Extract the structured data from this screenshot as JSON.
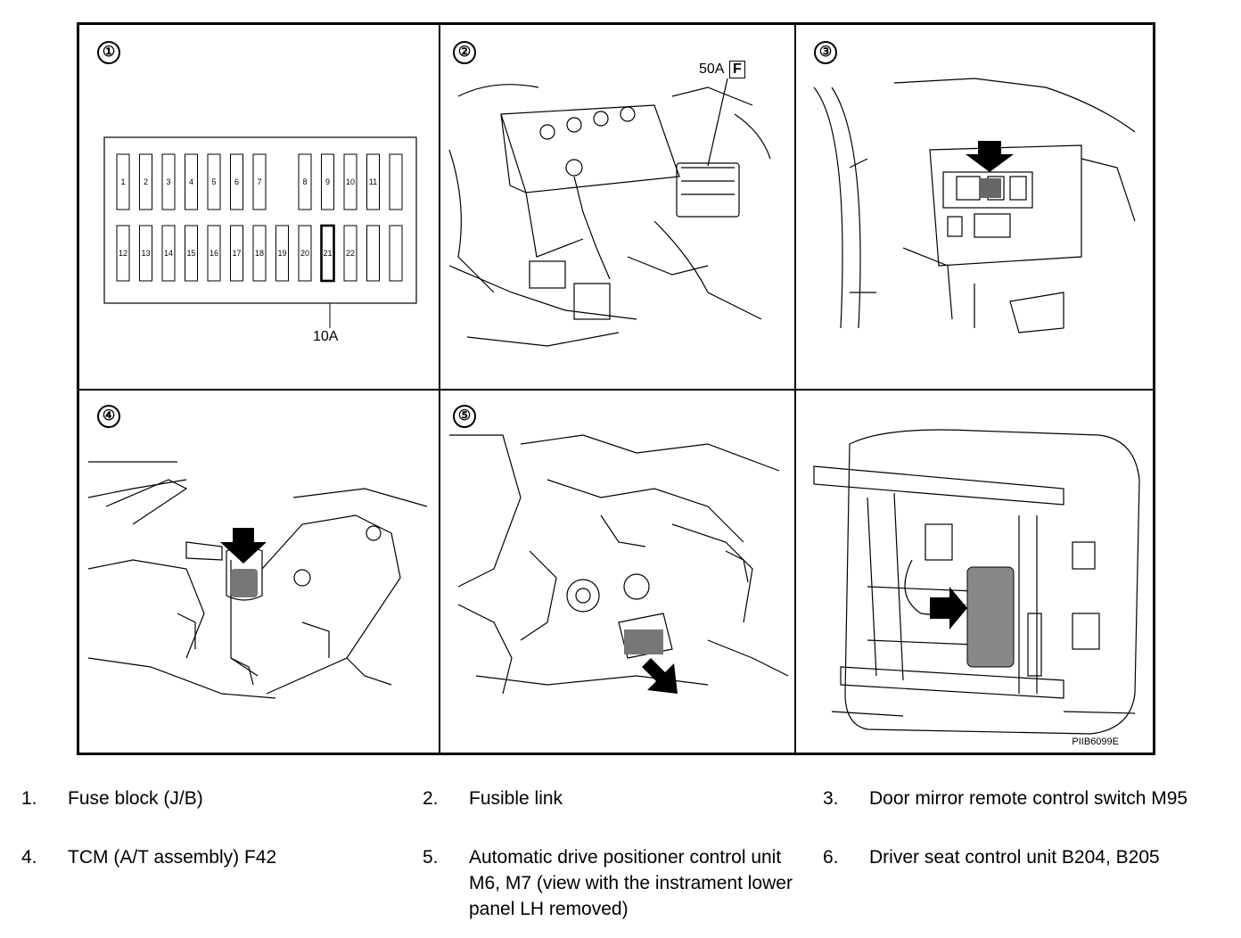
{
  "figure": {
    "code": "PIIB6099E",
    "panels": [
      {
        "marker": "①"
      },
      {
        "marker": "②"
      },
      {
        "marker": "③"
      },
      {
        "marker": "④"
      },
      {
        "marker": "⑤"
      },
      {
        "marker": ""
      }
    ],
    "fuse_block": {
      "top_row": [
        "1",
        "2",
        "3",
        "4",
        "5",
        "6",
        "7",
        "",
        "8",
        "9",
        "10",
        "11",
        ""
      ],
      "bottom_row": [
        "12",
        "13",
        "14",
        "15",
        "16",
        "17",
        "18",
        "19",
        "20",
        "21",
        "22",
        "",
        ""
      ],
      "highlighted": "21",
      "callout": "10A"
    },
    "fusible_link": {
      "callout": "50A",
      "box_letter": "F"
    }
  },
  "legend": [
    {
      "number": "1.",
      "text": "Fuse block (J/B)"
    },
    {
      "number": "2.",
      "text": "Fusible link"
    },
    {
      "number": "3.",
      "text": "Door mirror remote control switch M95"
    },
    {
      "number": "4.",
      "text": "TCM (A/T assembly) F42"
    },
    {
      "number": "5.",
      "text": "Automatic drive positioner control unit M6, M7 (view with the instrament lower panel LH removed)"
    },
    {
      "number": "6.",
      "text": "Driver seat control unit B204, B205"
    }
  ]
}
